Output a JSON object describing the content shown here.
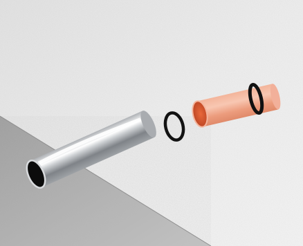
{
  "scene": {
    "components": [
      {
        "id": "chrome-pipe",
        "icon": "chrome-tube"
      },
      {
        "id": "loose-o-ring",
        "icon": "o-ring"
      },
      {
        "id": "copper-pipe",
        "icon": "copper-tube"
      },
      {
        "id": "mounted-o-ring",
        "icon": "o-ring"
      }
    ],
    "colors": {
      "wall": "#ebebeb",
      "floor": "#b3b3b3",
      "chrome": "#b9bcc0",
      "copper": "#f0a88c",
      "copper_inner": "#d2542d",
      "rubber": "#141414"
    }
  }
}
